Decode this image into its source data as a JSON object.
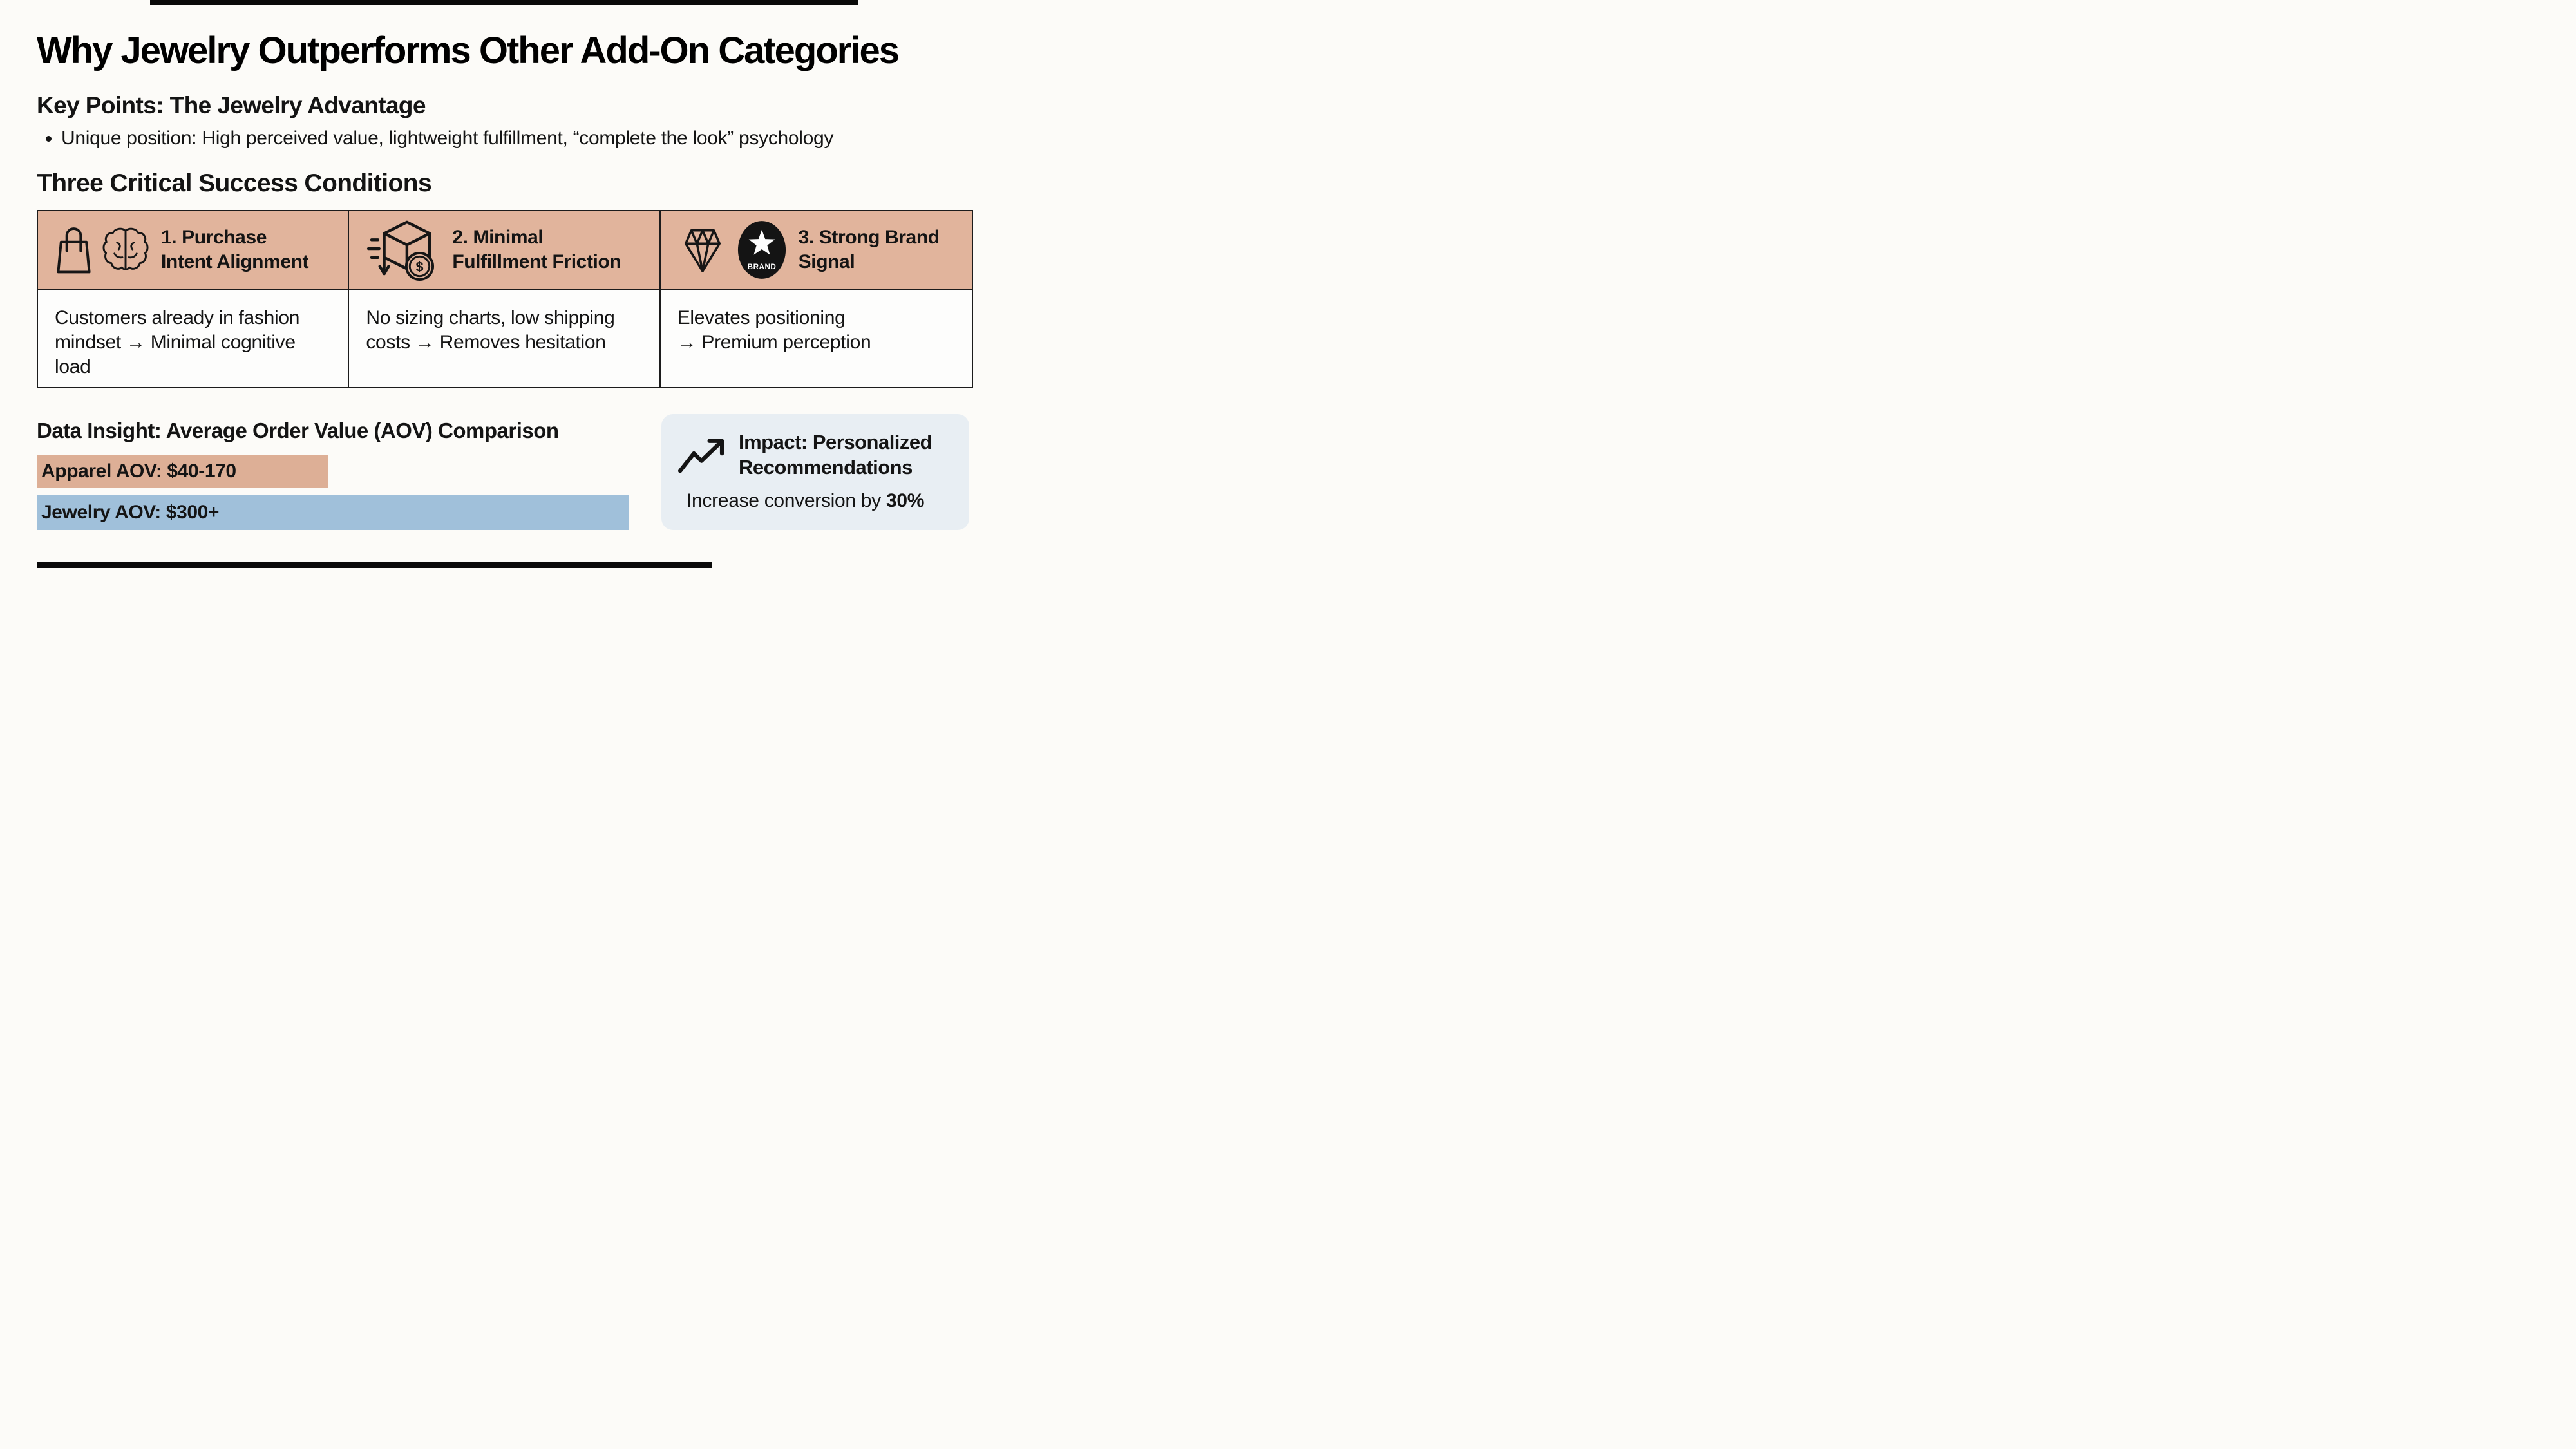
{
  "page": {
    "background": "#fcfbf8",
    "text_color": "#141414",
    "accent_tan": "#e1b49c",
    "accent_blue": "#a0c0da",
    "card_bg": "#e8eef3"
  },
  "title": "Why Jewelry Outperforms Other Add-On Categories",
  "key_points": {
    "heading": "Key Points: The Jewelry Advantage",
    "bullet": "Unique position: High perceived value, lightweight fulfillment, “complete the look” psychology"
  },
  "conditions": {
    "heading": "Three Critical Success Conditions",
    "columns": [
      {
        "icons": [
          "shopping-bag-icon",
          "brain-icon"
        ],
        "title": "1. Purchase\nIntent Alignment",
        "body": "Customers already in fashion\nmindset → Minimal cognitive\nload"
      },
      {
        "icons": [
          "shipping-box-icon",
          "dollar-coin-icon"
        ],
        "title": "2. Minimal\nFulfillment Friction",
        "body": "No sizing charts, low shipping\ncosts → Removes hesitation"
      },
      {
        "icons": [
          "diamond-icon",
          "brand-badge-icon"
        ],
        "badge_label": "BRAND",
        "title": "3. Strong Brand\nSignal",
        "body": "Elevates positioning\n→ Premium perception"
      }
    ]
  },
  "aov": {
    "heading": "Data Insight: Average Order Value (AOV) Comparison",
    "bars": [
      {
        "label": "Apparel AOV: $40-170",
        "width_pct": 31.1,
        "color": "#ddaf96"
      },
      {
        "label": "Jewelry AOV: $300+",
        "width_pct": 63.3,
        "color": "#a0c0da"
      }
    ]
  },
  "impact": {
    "icon": "trending-up-icon",
    "title": "Impact: Personalized\nRecommendations",
    "body_prefix": "Increase conversion by ",
    "body_bold": "30%"
  }
}
